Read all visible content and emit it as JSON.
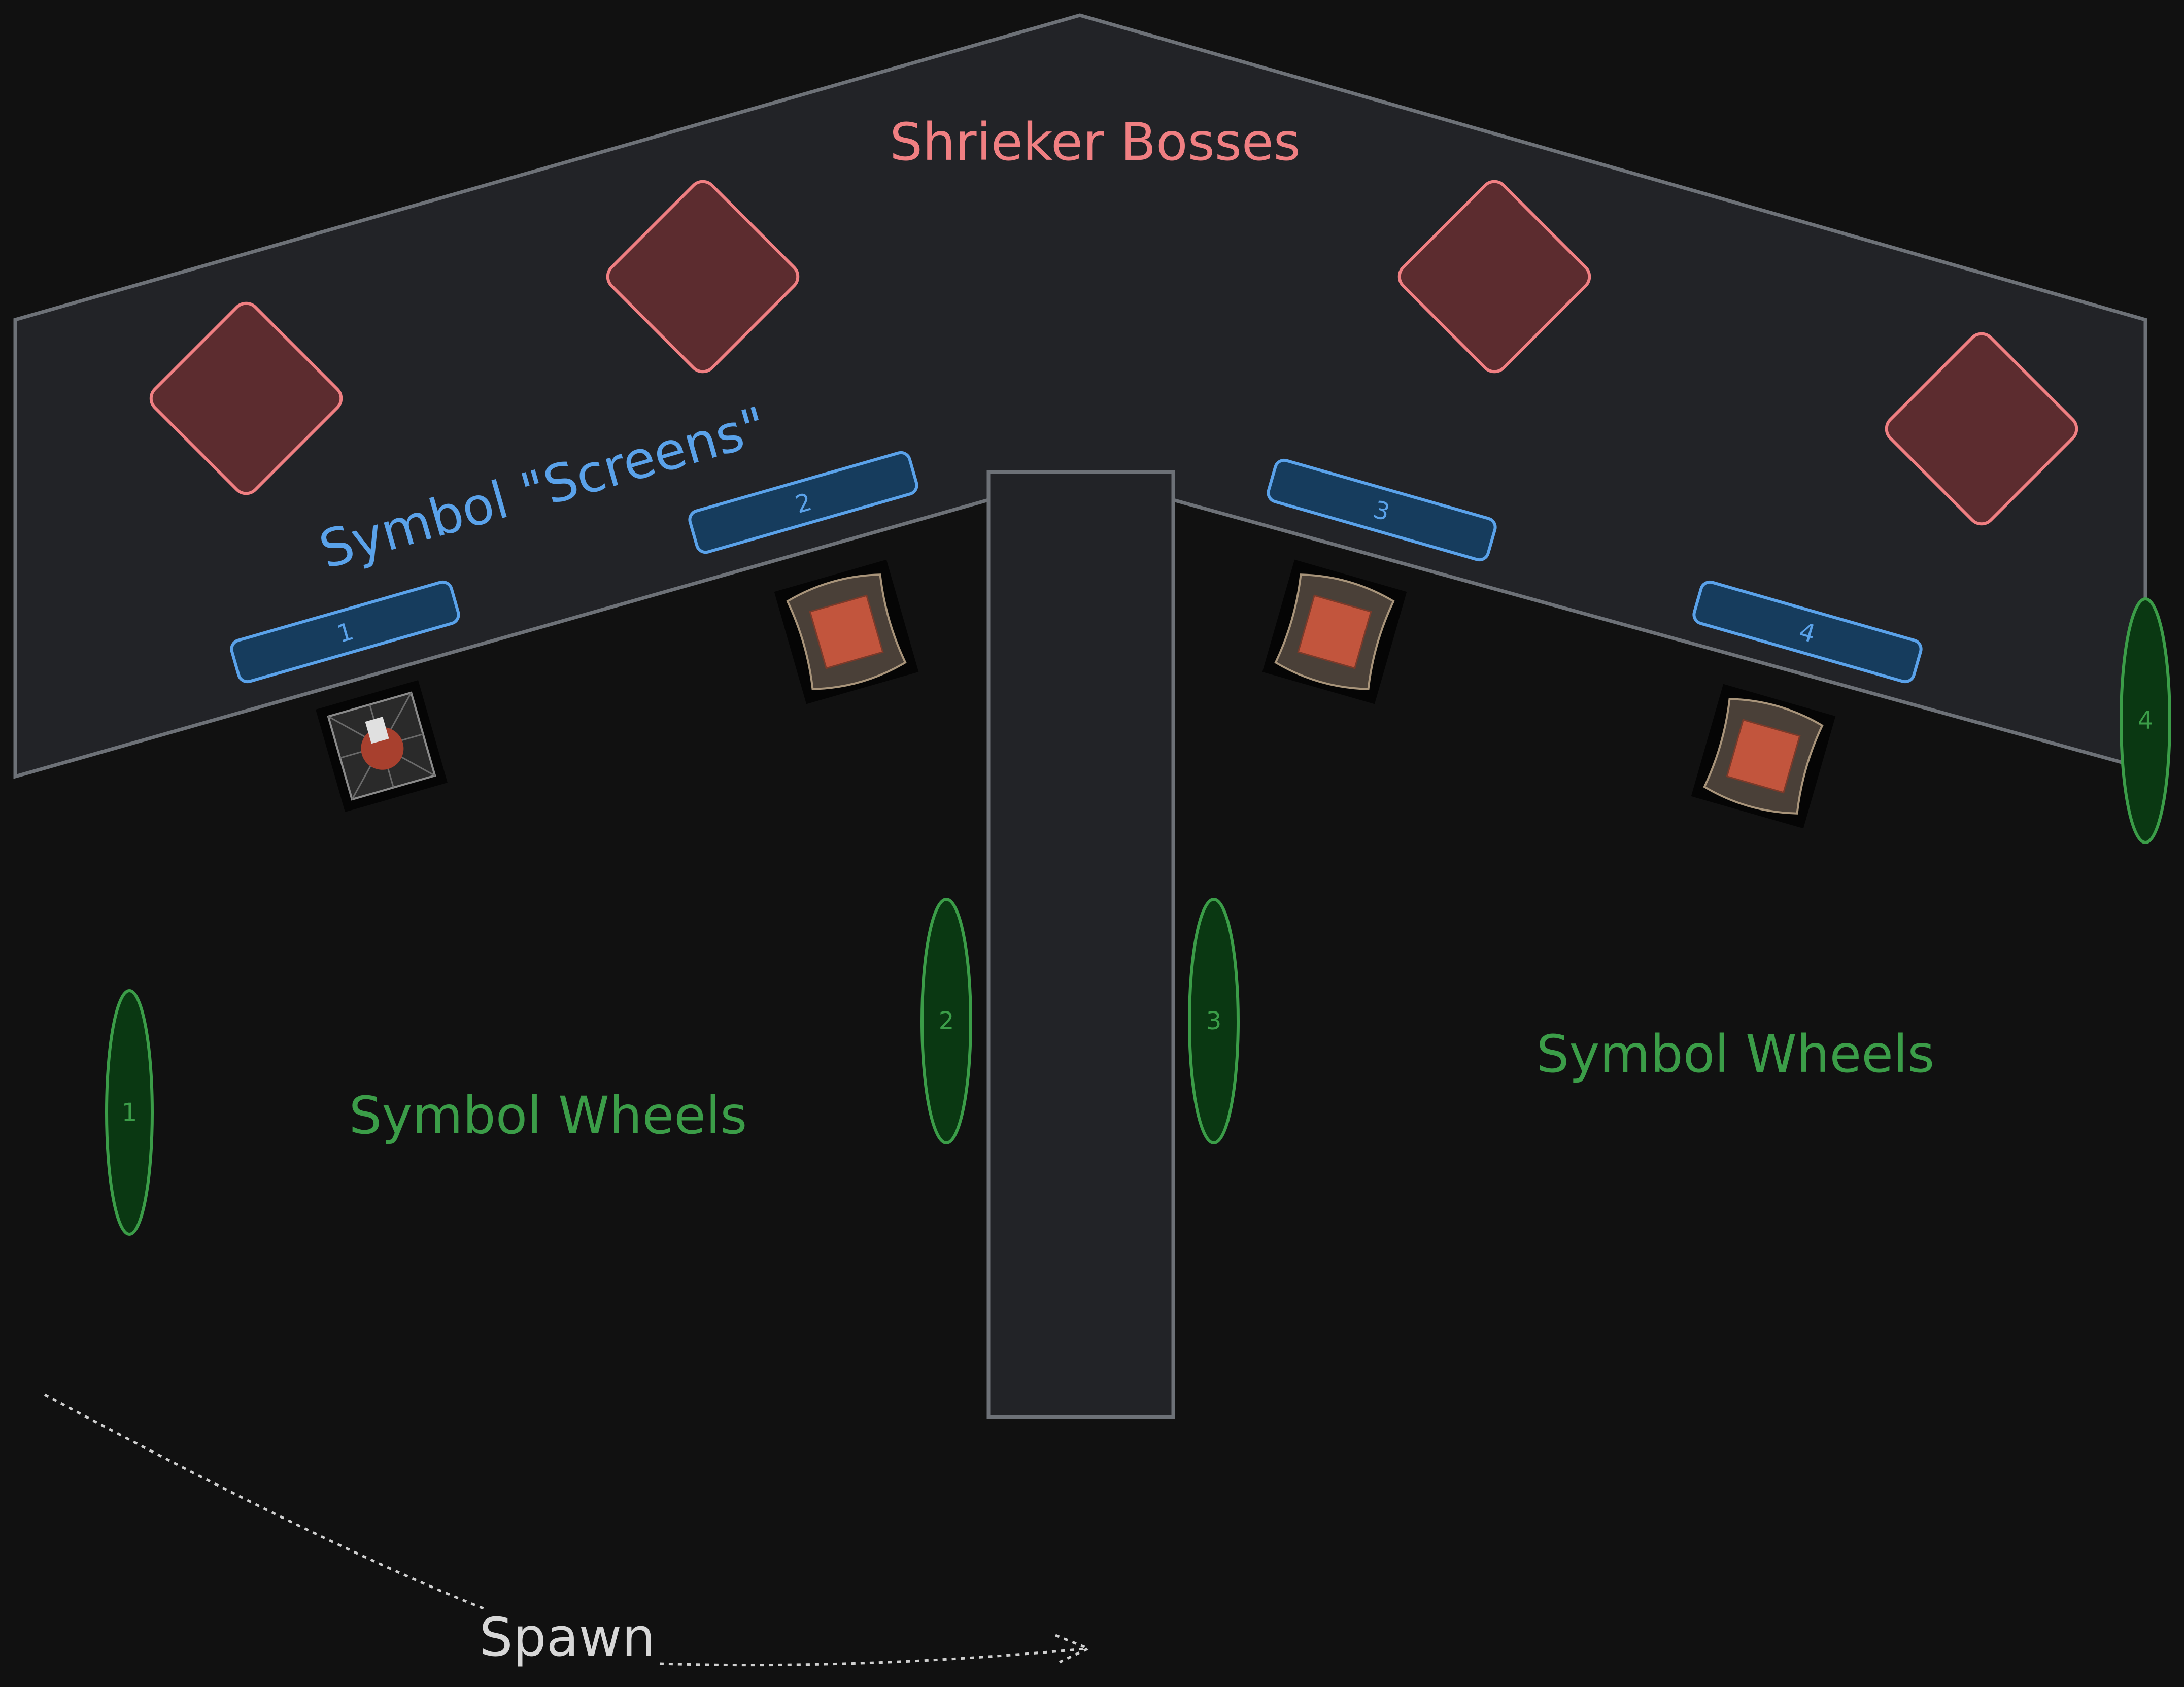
{
  "labels": {
    "bosses": "Shrieker Bosses",
    "screens": "Symbol \"Screens\"",
    "wheels_left": "Symbol Wheels",
    "wheels_right": "Symbol Wheels",
    "spawn": "Spawn"
  },
  "screens": [
    "1",
    "2",
    "3",
    "4"
  ],
  "wheels": [
    "1",
    "2",
    "3",
    "4"
  ],
  "colors": {
    "boss": "#f07f82",
    "screen": "#5aa2ea",
    "wheel": "#3b9d48",
    "wall": "#6d7177",
    "background": "#111111"
  }
}
